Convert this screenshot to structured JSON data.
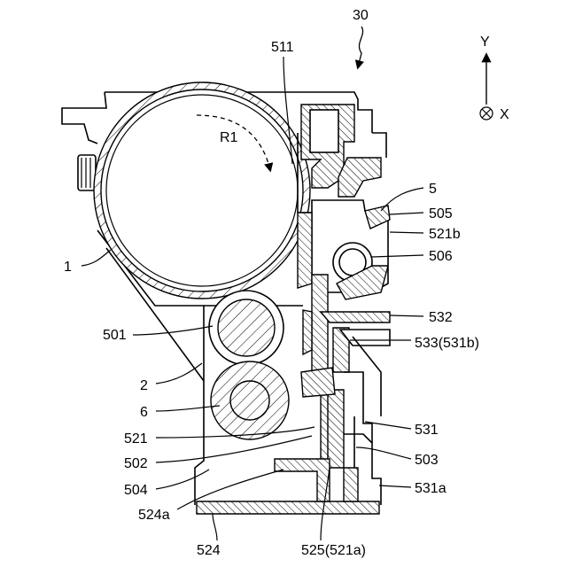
{
  "figure": {
    "labels": {
      "assembly": "30",
      "axis_y": "Y",
      "axis_x": "X",
      "rotation": "R1",
      "l511": "511",
      "l5": "5",
      "l505": "505",
      "l521b": "521b",
      "l506": "506",
      "l1": "1",
      "l501": "501",
      "l532": "532",
      "l533": "533(531b)",
      "l2": "2",
      "l6": "6",
      "l521": "521",
      "l531": "531",
      "l502": "502",
      "l503": "503",
      "l504": "504",
      "l531a": "531a",
      "l524a": "524a",
      "l524": "524",
      "l525": "525(521a)"
    }
  }
}
